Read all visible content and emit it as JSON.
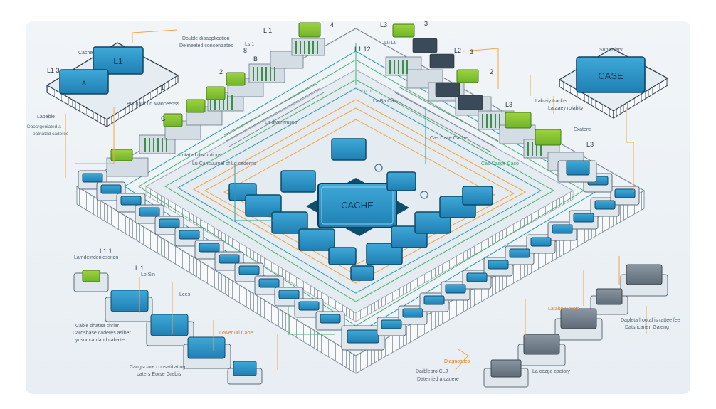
{
  "center_chip": {
    "label": "CACHE"
  },
  "top_left_box": {
    "caption": "Cache",
    "chip1": "L1",
    "chip2": "A",
    "tag": "L1 3"
  },
  "top_right_box": {
    "caption": "Subsidiary",
    "chip": "CASE"
  },
  "labels": {
    "tl_a": "Double disapplication",
    "tl_b": "Delineated concentrates",
    "tl_c": "Labable",
    "tl_d": "Daocrgeniated a",
    "tl_e": "patriated caderes",
    "tl_f": "Bungard Ld Manceenss",
    "ring_a": "Lutated disruptions",
    "ring_b": "Lu Caricuumel of Ld caderns",
    "ring_c": "Lu ui",
    "ring_d": "Ls diverirmses",
    "ring_e": "La Ba Cas",
    "ring_f": "Cas Cace Cache",
    "ring_g": "Cas Casge Caco",
    "right_a": "Lablaiy tracker",
    "right_b": "Lataaey rolabity",
    "right_c": "Exatens",
    "right_d": "L3",
    "left_mid": "Lamdeindeniessiton",
    "left_l1": "L1 1",
    "left_l": "L 1",
    "left_leaf": "Lo Sin",
    "left_les": "Lees",
    "bl_a": "Cable dhatea chriar",
    "bl_b": "Cardsbase caderes aslber",
    "bl_c": "yosor cardand cabaite",
    "bl_d": "Lower uri Cabe",
    "bl_e": "Cangsclare cousatitlating",
    "bl_f": "paters Eorse Grebis",
    "br_a": "Dapleta lrootal is rattee fee",
    "br_b": "Datsricarieri Gaieng",
    "br_c": "Latabe Careta",
    "br_d": "La cazge cactory",
    "br_e": "Darblepro CLJ",
    "br_f": "Datelnied a cauere",
    "br_g": "Diagnostics",
    "top_l1": "L 1",
    "top_l2": "L1 12",
    "top_l3": "L3",
    "top_l3b": "L3",
    "top_l2b": "L2",
    "top_ls": "Ls 1",
    "top_lu": "Lu Lu",
    "num1": "1",
    "num2": "2",
    "num3": "3",
    "num4": "4",
    "num2b": "2",
    "num3b": "3",
    "num8": "8",
    "numB": "B",
    "numG": "C"
  },
  "icons": [
    "cache-chip-icon",
    "memory-module-icon",
    "connector-line-icon"
  ]
}
